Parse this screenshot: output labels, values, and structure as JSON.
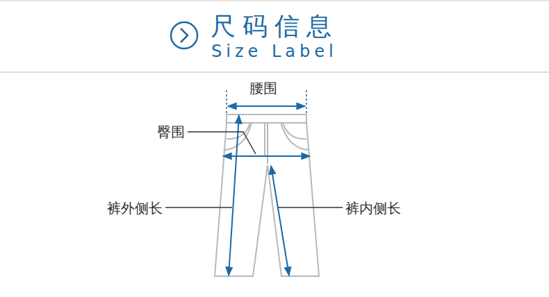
{
  "diagram": {
    "title": "尺码信息",
    "labels": [
      "Size Label",
      "腰围",
      "臀围",
      "裤外侧长",
      "裤内侧长"
    ]
  }
}
